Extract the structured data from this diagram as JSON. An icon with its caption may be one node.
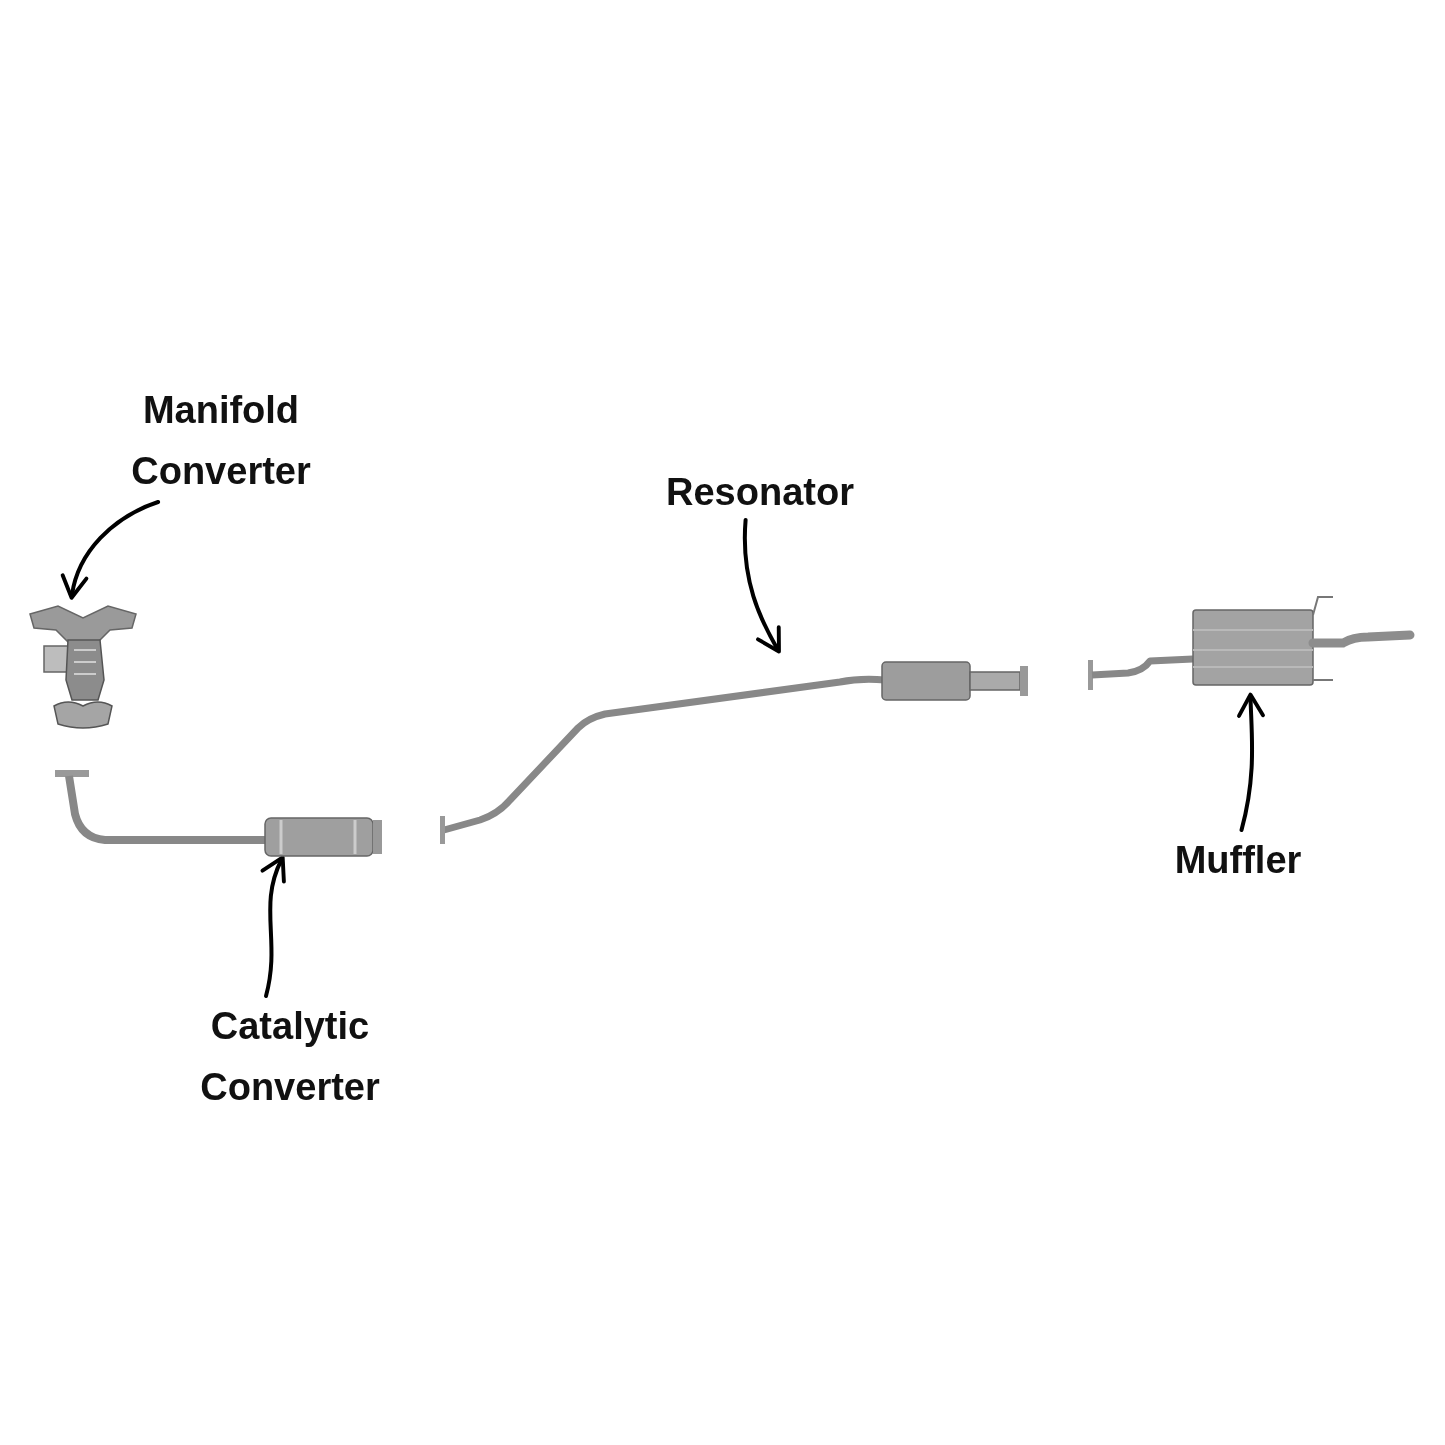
{
  "diagram": {
    "nodes": [
      {
        "text": [
          "Manifold Converter"
        ]
      },
      {
        "text": [],
        "shape": "picture"
      },
      {
        "text": [
          "Resonator"
        ]
      },
      {
        "text": [],
        "shape": "picture"
      },
      {
        "text": [],
        "shape": "picture"
      },
      {
        "text": [],
        "shape": "picture"
      },
      {
        "text": [
          "Muffler"
        ]
      },
      {
        "text": [
          "Catalytic Converter"
        ]
      }
    ],
    "edges": [
      {
        "from": 0,
        "to": 1,
        "arrow": "to"
      },
      {
        "from": 2,
        "to": 3,
        "arrow": "to"
      },
      {
        "from": 6,
        "to": 4,
        "arrow": "to"
      },
      {
        "from": 7,
        "to": 5,
        "arrow": "to"
      }
    ]
  }
}
